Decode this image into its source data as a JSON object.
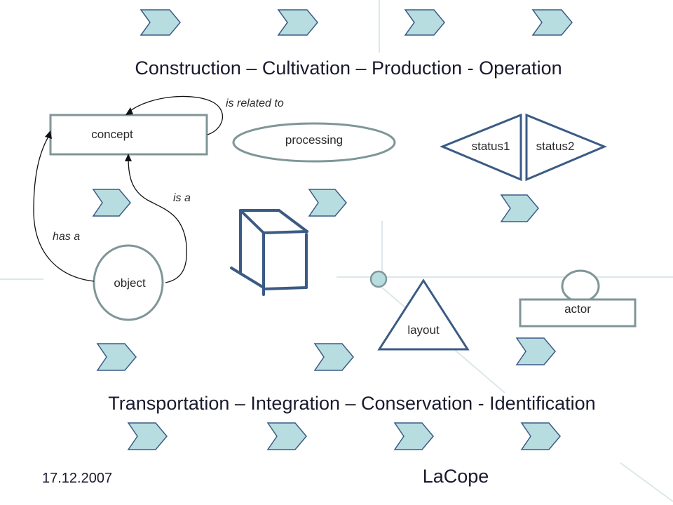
{
  "titles": {
    "top": "Construction – Cultivation – Production - Operation",
    "bottom": "Transportation – Integration – Conservation - Identification"
  },
  "footer": {
    "date": "17.12.2007",
    "name": "LaCope"
  },
  "nodes": {
    "concept": "concept",
    "processing": "processing",
    "status1": "status1",
    "status2": "status2",
    "object": "object",
    "layout": "layout",
    "actor": "actor"
  },
  "relations": {
    "is_related_to": "is related to",
    "is_a": "is a",
    "has_a": "has a"
  },
  "colors": {
    "chevron_fill": "#b7dde0",
    "chevron_stroke": "#3b5b85",
    "shape_stroke": "#3b5b85",
    "soft_stroke": "#7f9698",
    "circle_fill": "#b7dde0",
    "bg_lines": "#dbe8ea"
  }
}
